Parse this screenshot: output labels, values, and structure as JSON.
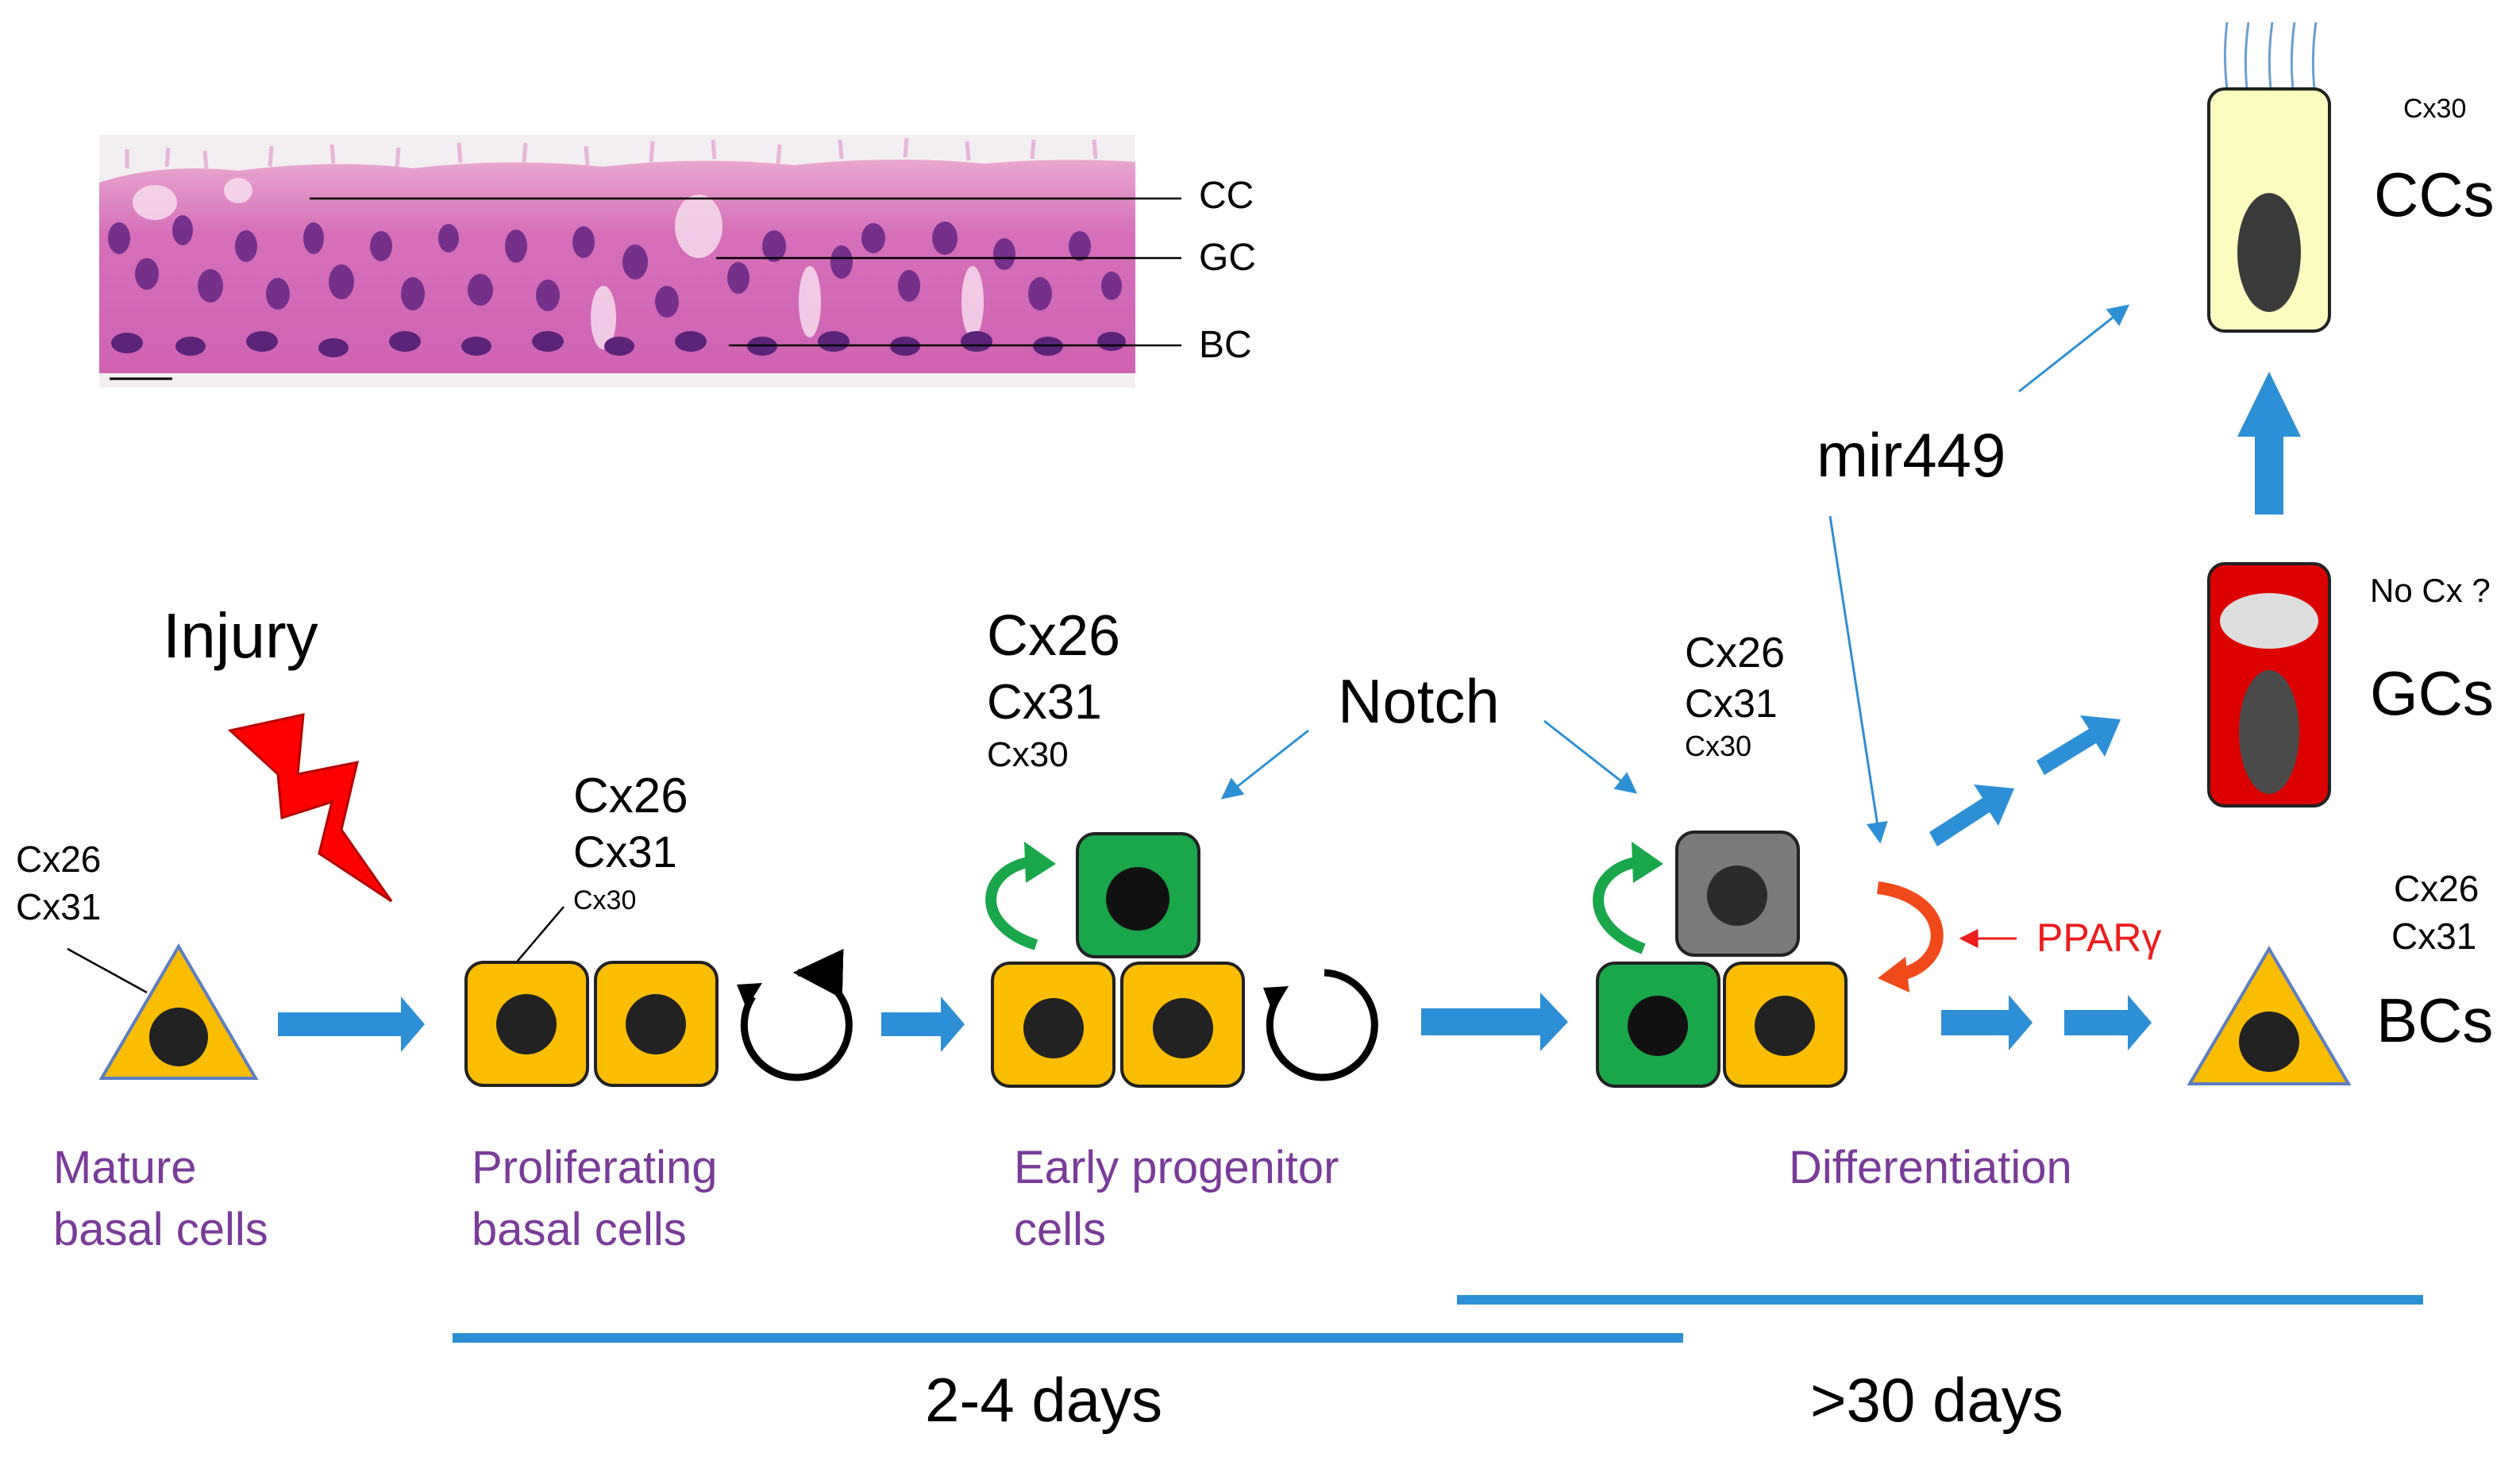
{
  "histology": {
    "labels": [
      "CC",
      "GC",
      "BC"
    ]
  },
  "injury": {
    "label": "Injury"
  },
  "stages": {
    "mature": {
      "markers": [
        "Cx26",
        "Cx31"
      ],
      "caption": [
        "Mature",
        "basal cells"
      ]
    },
    "proliferating": {
      "markers": [
        "Cx26",
        "Cx31",
        "Cx30"
      ],
      "caption": [
        "Proliferating",
        "basal cells"
      ]
    },
    "early_progenitor": {
      "markers": [
        "Cx26",
        "Cx31",
        "Cx30"
      ],
      "caption": [
        "Early progenitor",
        "cells"
      ]
    },
    "differentiation": {
      "markers": [
        "Cx26",
        "Cx31",
        "Cx30"
      ],
      "caption": [
        "Differentiation"
      ]
    }
  },
  "regulators": {
    "notch": "Notch",
    "mir449": "mir449",
    "ppar": "PPARγ"
  },
  "outcomes": {
    "ccs": {
      "marker": "Cx30",
      "label": "CCs"
    },
    "gcs": {
      "marker": "No Cx ?",
      "label": "GCs"
    },
    "bcs": {
      "markers": [
        "Cx26",
        "Cx31"
      ],
      "label": "BCs"
    }
  },
  "timeline": {
    "short": "2-4 days",
    "long": ">30 days"
  },
  "colors": {
    "basal_yellow": "#fbbd00",
    "progenitor_green": "#1aa64a",
    "differentiating_gray": "#7a7a7a",
    "goblet_red": "#dd0000",
    "ciliated_yellow": "#fdfcc0",
    "arrow_blue": "#2d8fd5",
    "caption_purple": "#7a3b9a",
    "ppar_red": "#ee1c1c"
  }
}
